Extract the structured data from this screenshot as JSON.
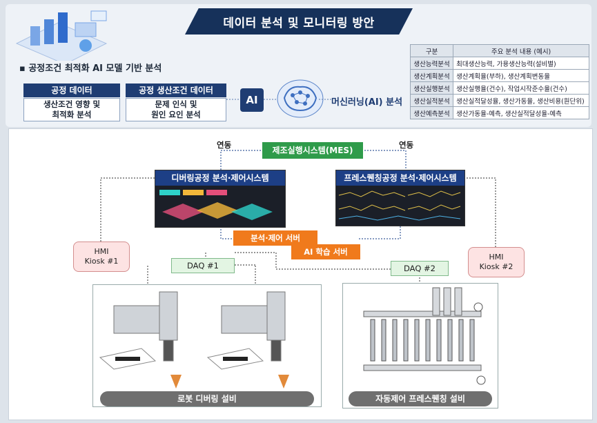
{
  "title": "데이터 분석 및 모니터링 방안",
  "bullet": "공정조건 최적화 AI 모델 기반 분석",
  "process_data": {
    "header": "공정 데이터",
    "body_line1": "생산조건 영향 및",
    "body_line2": "최적화 분석"
  },
  "production_data": {
    "header": "공정 생산조건 데이터",
    "body_line1": "문제 인식 및",
    "body_line2": "원인 요인 분석"
  },
  "ai_chip": "AI",
  "ml_label": "머신러닝(AI) 분석",
  "analysis_table": {
    "headers": [
      "구분",
      "주요 분석 내용 (예시)"
    ],
    "rows": [
      {
        "category": "생산능력분석",
        "content": "최대생산능력, 가용생산능력(설비별)"
      },
      {
        "category": "생산계획분석",
        "content": "생산계획율(부하), 생산계획변동율"
      },
      {
        "category": "생산실행분석",
        "content": "생산실행율(건수), 작업시작준수율(건수)"
      },
      {
        "category": "생산실적분석",
        "content": "생산실적달성율, 생산가동율, 생산비용(원단위)"
      },
      {
        "category": "생산예측분석",
        "content": "생산가동율-예측, 생산실적달성율-예측"
      }
    ]
  },
  "link_left": "연동",
  "link_right": "연동",
  "mes": "제조실행시스템(MES)",
  "deburring_system": "디버링공정 분석·제어시스템",
  "press_system": "프레스퀜칭공정 분석·제어시스템",
  "analysis_server": "분석·제어 서버",
  "ai_server": "AI 학습 서버",
  "hmi1": {
    "line1": "HMI",
    "line2": "Kiosk #1"
  },
  "hmi2": {
    "line1": "HMI",
    "line2": "Kiosk #2"
  },
  "daq1": "DAQ #1",
  "daq2": "DAQ #2",
  "robot_equipment": "로봇 디버링 설비",
  "auto_equipment": "자동제어 프레스퀜칭 설비",
  "colors": {
    "navy": "#16315a",
    "blue": "#1f3d73",
    "green": "#2f9b4a",
    "orange": "#f07a1c",
    "pink": "#fde3e3"
  }
}
